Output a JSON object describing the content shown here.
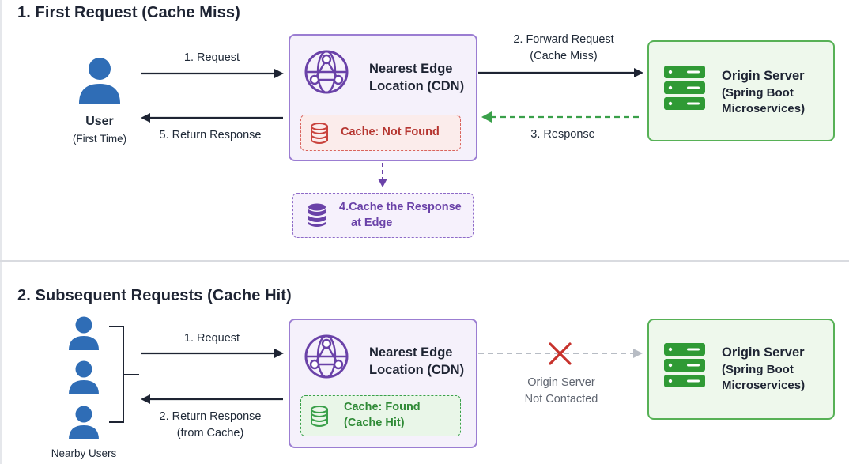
{
  "section1": {
    "title": "1. First Request (Cache Miss)",
    "user_label": "User",
    "user_sub": "(First Time)",
    "request_label": "1. Request",
    "forward_label_1": "2. Forward Request",
    "forward_label_2": "(Cache Miss)",
    "response_label": "3. Response",
    "cache_response_label_1": "4.Cache the Response",
    "cache_response_label_2": "at Edge",
    "return_label": "5. Return Response",
    "cdn_title_1": "Nearest Edge",
    "cdn_title_2": "Location (CDN)",
    "cache_status": "Cache: Not Found",
    "origin_title": "Origin Server",
    "origin_sub_1": "(Spring Boot",
    "origin_sub_2": "Microservices)"
  },
  "section2": {
    "title": "2. Subsequent Requests (Cache Hit)",
    "users_label": "Nearby Users",
    "request_label": "1. Request",
    "return_label_1": "2. Return Response",
    "return_label_2": "(from Cache)",
    "cdn_title_1": "Nearest Edge",
    "cdn_title_2": "Location (CDN)",
    "cache_status_1": "Cache: Found",
    "cache_status_2": "(Cache Hit)",
    "not_contacted_1": "Origin Server",
    "not_contacted_2": "Not Contacted",
    "origin_title": "Origin Server",
    "origin_sub_1": "(Spring Boot",
    "origin_sub_2": "Microservices)"
  },
  "icons": {
    "user": "user-icon",
    "globe": "globe-network-icon",
    "database": "database-icon",
    "server": "server-rack-icon",
    "blocked": "x-mark-icon"
  },
  "colors": {
    "user_blue": "#2f6db6",
    "cdn_purple": "#6a42a8",
    "cdn_border": "#9b7dd2",
    "origin_green": "#2f9a35",
    "miss_red": "#c9423c",
    "hit_green": "#3aa04a",
    "x_red": "#c7322c",
    "arrow_dark": "#1e2433",
    "dashed_gray": "#b7bcc4"
  }
}
